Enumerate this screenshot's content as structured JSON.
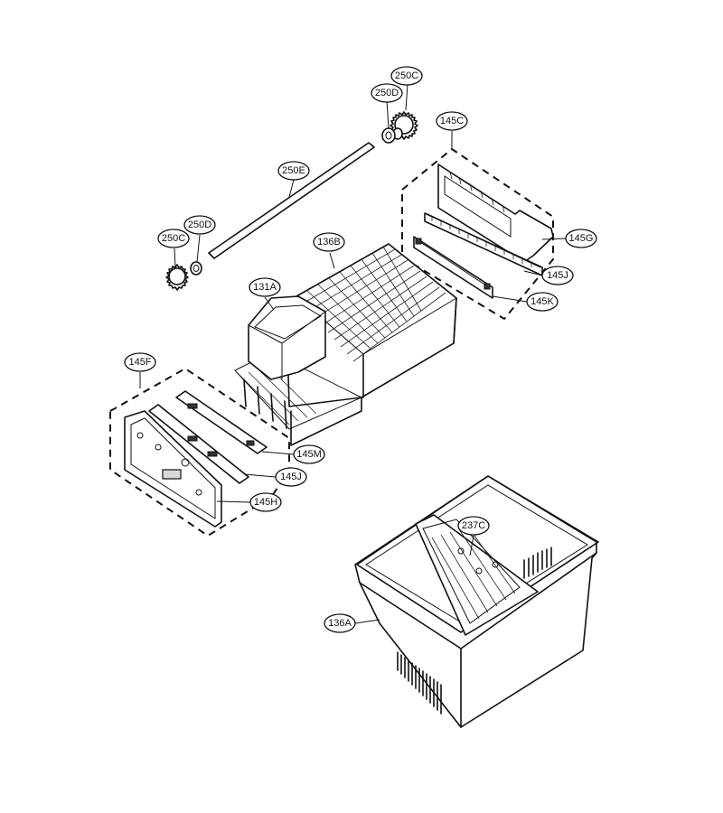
{
  "parts": [
    {
      "id": "250C-top",
      "label": "250C"
    },
    {
      "id": "250D-top",
      "label": "250D"
    },
    {
      "id": "145C",
      "label": "145C"
    },
    {
      "id": "250E",
      "label": "250E"
    },
    {
      "id": "250C-left",
      "label": "250C"
    },
    {
      "id": "250D-left",
      "label": "250D"
    },
    {
      "id": "136B",
      "label": "136B"
    },
    {
      "id": "145G",
      "label": "145G"
    },
    {
      "id": "145J-right",
      "label": "145J"
    },
    {
      "id": "131A",
      "label": "131A"
    },
    {
      "id": "145K",
      "label": "145K"
    },
    {
      "id": "145F",
      "label": "145F"
    },
    {
      "id": "145M",
      "label": "145M"
    },
    {
      "id": "145J-left",
      "label": "145J"
    },
    {
      "id": "145H",
      "label": "145H"
    },
    {
      "id": "237C",
      "label": "237C"
    },
    {
      "id": "136A",
      "label": "136A"
    }
  ]
}
